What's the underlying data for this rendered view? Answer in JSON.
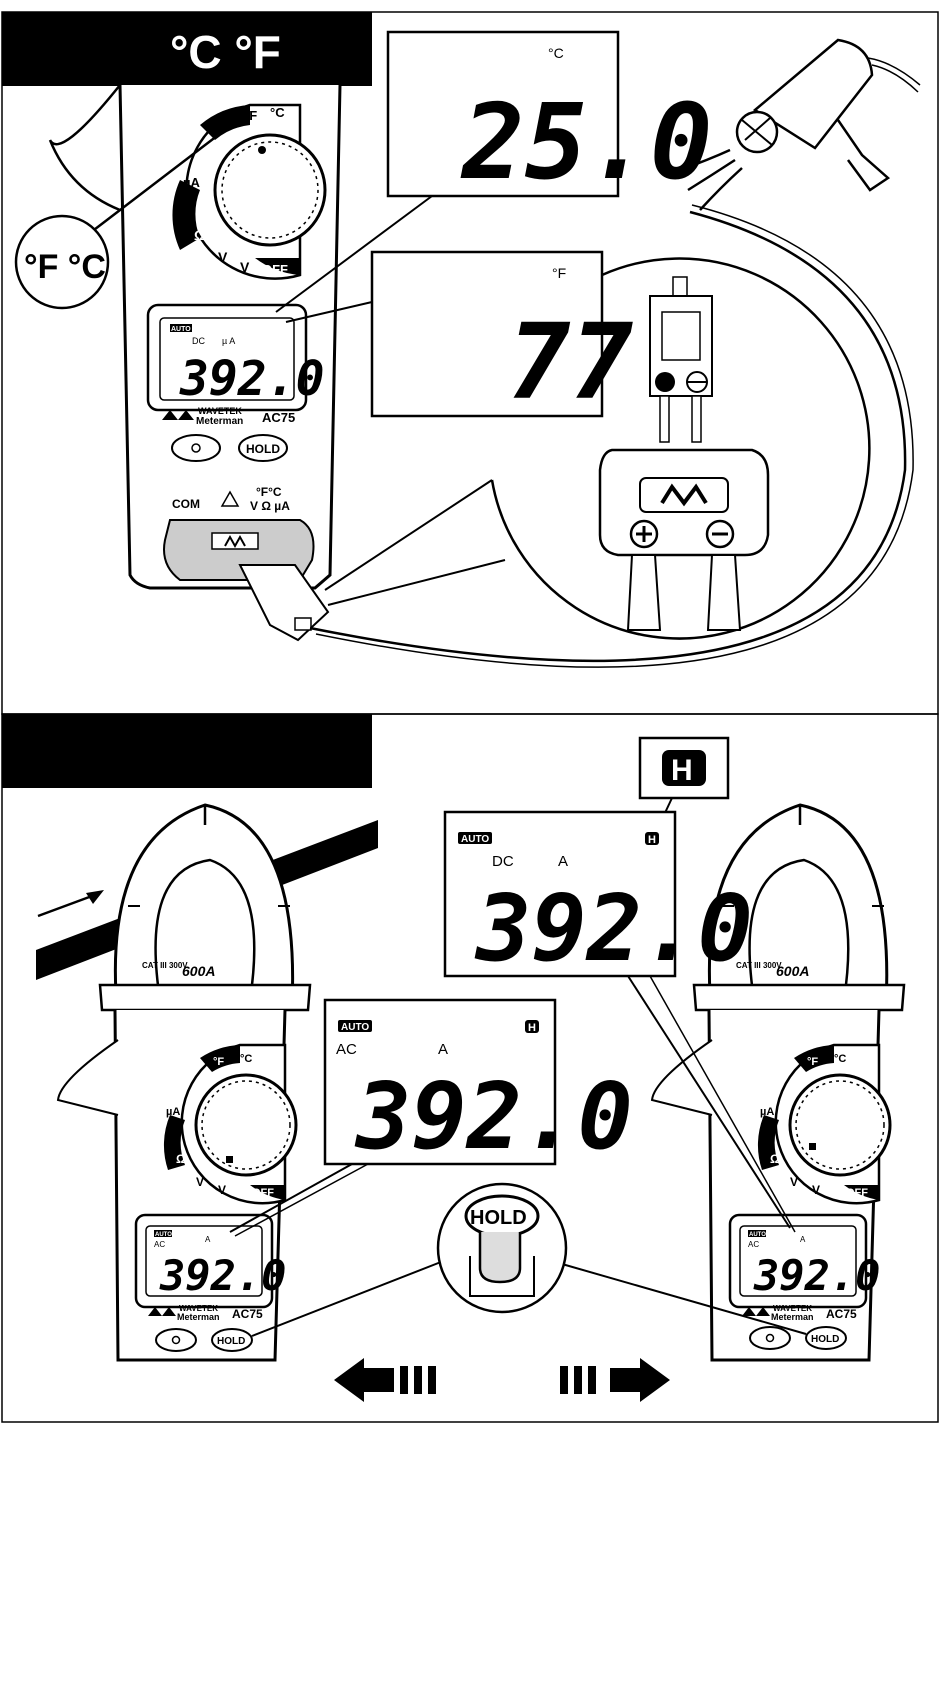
{
  "panel1": {
    "header": "°C °F",
    "inset_celsius": {
      "unit": "°C",
      "value": "25.0"
    },
    "inset_fahrenheit": {
      "unit": "°F",
      "value": "77"
    },
    "selector_callout": "°F °C",
    "meter": {
      "dial": {
        "f_label": "°F",
        "c_label": "°C",
        "ua_label": "µA",
        "ohm_label": "Ω",
        "v_label": "V",
        "vac_label": "V",
        "off_label": "OFF"
      },
      "lcd": {
        "auto": "AUTO",
        "mode": "DC",
        "unit": "µ A",
        "value": "392.0"
      },
      "brand_top": "WAVETEK",
      "brand_bottom": "Meterman",
      "model": "AC75",
      "hold_button": "HOLD",
      "jack_com": "COM",
      "jack_labels_top": "°F°C",
      "jack_labels_bottom": "V Ω µA"
    }
  },
  "panel2": {
    "header": "",
    "hold_indicator_callout": "H",
    "inset_dc": {
      "auto": "AUTO",
      "mode": "DC",
      "unit": "A",
      "hold": "H",
      "value": "392.0"
    },
    "inset_ac": {
      "auto": "AUTO",
      "mode": "AC",
      "unit": "A",
      "hold": "H",
      "value": "392.0"
    },
    "hold_button_callout": "HOLD",
    "meter_left": {
      "rating": "600A",
      "cat": "CAT III 300V",
      "dial": {
        "f_label": "°F",
        "c_label": "°C",
        "ua_label": "µA",
        "ohm_label": "Ω",
        "v_label": "V",
        "vac_label": "V",
        "off_label": "OFF"
      },
      "lcd": {
        "auto": "AUTO",
        "mode": "AC",
        "unit": "A",
        "value": "392.0"
      },
      "brand_top": "WAVETEK",
      "brand_bottom": "Meterman",
      "model": "AC75",
      "hold_button": "HOLD"
    },
    "meter_right": {
      "rating": "600A",
      "cat": "CAT III 300V",
      "dial": {
        "f_label": "°F",
        "c_label": "°C",
        "ua_label": "µA",
        "ohm_label": "Ω",
        "v_label": "V",
        "vac_label": "V",
        "off_label": "OFF"
      },
      "lcd": {
        "auto": "AUTO",
        "mode": "AC",
        "unit": "A",
        "value": "392.0"
      },
      "brand_top": "WAVETEK",
      "brand_bottom": "Meterman",
      "model": "AC75",
      "hold_button": "HOLD"
    }
  }
}
